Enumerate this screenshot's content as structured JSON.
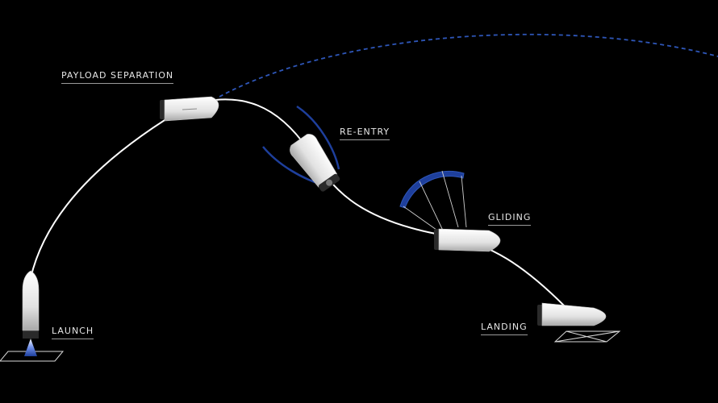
{
  "stages": {
    "payload_separation": "PAYLOAD SEPARATION",
    "reentry": "RE-ENTRY",
    "gliding": "GLIDING",
    "landing": "LANDING",
    "launch": "LAUNCH"
  },
  "colors": {
    "background": "#000000",
    "trajectory": "#ffffff",
    "orbit_dashed": "#2e56b8",
    "accent_blue": "#1e3f9c",
    "vehicle_body": "#eeeeee",
    "label_text": "#e6e6e6"
  }
}
